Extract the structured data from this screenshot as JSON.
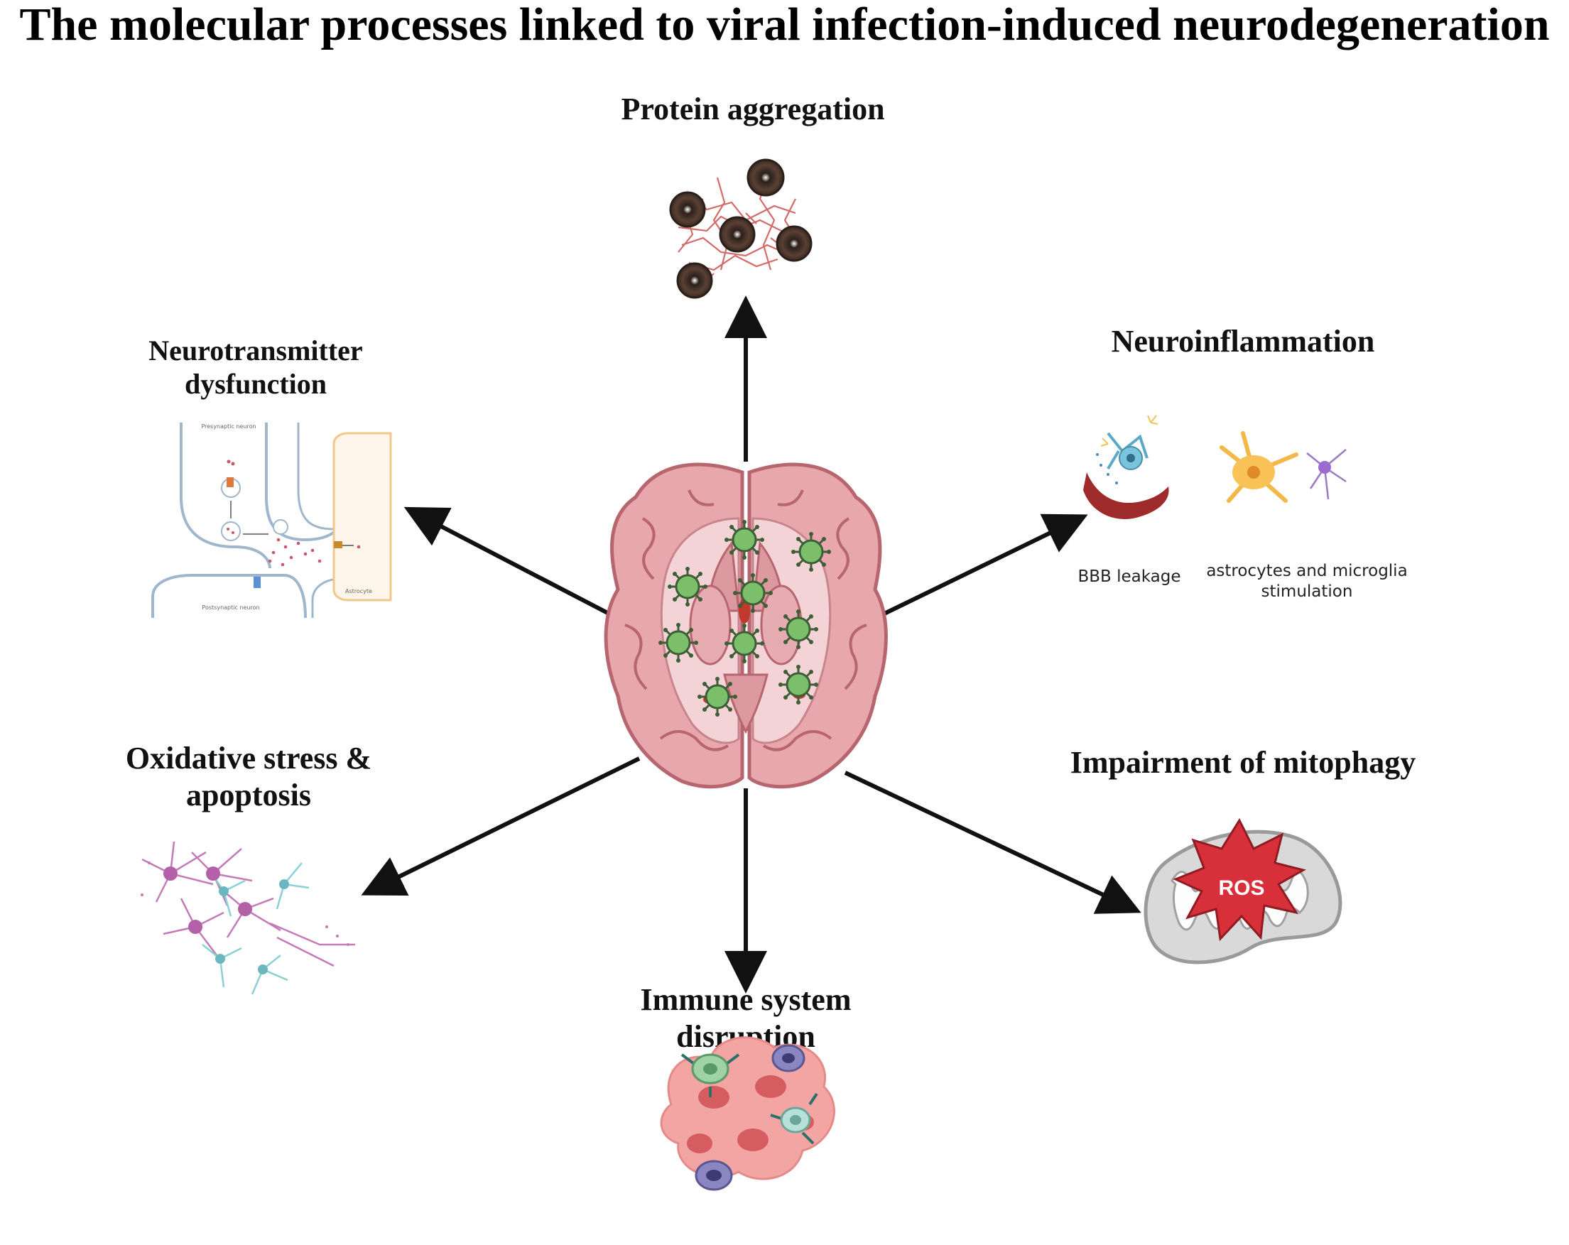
{
  "title": "The molecular processes linked to viral infection-induced neurodegeneration",
  "center": {
    "image": "brain-infected-with-viruses"
  },
  "processes": {
    "protein_aggregation": {
      "label": "Protein aggregation",
      "icon": "protein-aggregate-plaques"
    },
    "neurotransmitter": {
      "label_line1": "Neurotransmitter",
      "label_line2": "dysfunction",
      "icon": "synapse-diagram",
      "synapse_labels": {
        "pre": "Presynaptic neuron",
        "post": "Postsynaptic neuron",
        "astro": "Astrocyte"
      }
    },
    "neuroinflammation": {
      "label": "Neuroinflammation",
      "sub1": "BBB leakage",
      "sub2_line1": "astrocytes and microglia",
      "sub2_line2": "stimulation"
    },
    "oxidative_stress": {
      "label_line1": "Oxidative stress &",
      "label_line2": "apoptosis",
      "icon": "neuron-network"
    },
    "mitophagy": {
      "label": "Impairment of mitophagy",
      "ros": "ROS"
    },
    "immune": {
      "label_line1": "Immune system",
      "label_line2": "disruption",
      "icon": "immune-cells-cluster"
    }
  },
  "colors": {
    "arrow": "#111111",
    "brain": "#e8a7ad",
    "brain_outline": "#b7666f",
    "virus": "#7cbf6a",
    "ros_star": "#d7303a",
    "mito": "#d9d9d9"
  }
}
